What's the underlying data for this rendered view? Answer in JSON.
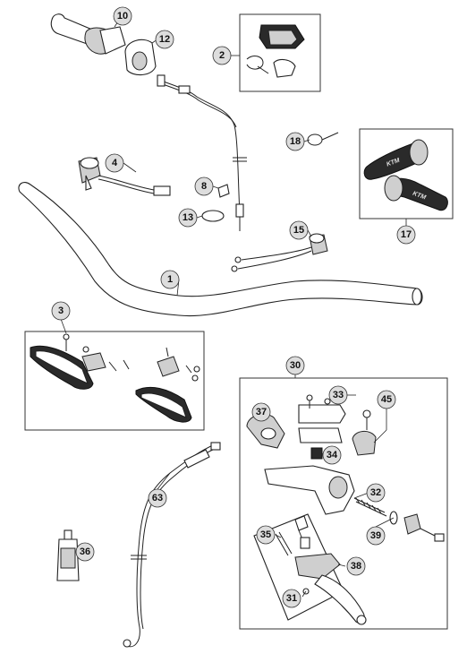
{
  "callouts": {
    "c10": "10",
    "c12": "12",
    "c2": "2",
    "c18": "18",
    "c4": "4",
    "c8": "8",
    "c13": "13",
    "c17": "17",
    "c15": "15",
    "c1": "1",
    "c3": "3",
    "c30": "30",
    "c33": "33",
    "c37": "37",
    "c45": "45",
    "c34": "34",
    "c63": "63",
    "c32": "32",
    "c39": "39",
    "c35": "35",
    "c36": "36",
    "c38": "38",
    "c31": "31"
  },
  "grip_brand": "KTM",
  "colors": {
    "callout_fill": "#dddddd",
    "line": "#222222",
    "grip": "#2a2a2a"
  }
}
